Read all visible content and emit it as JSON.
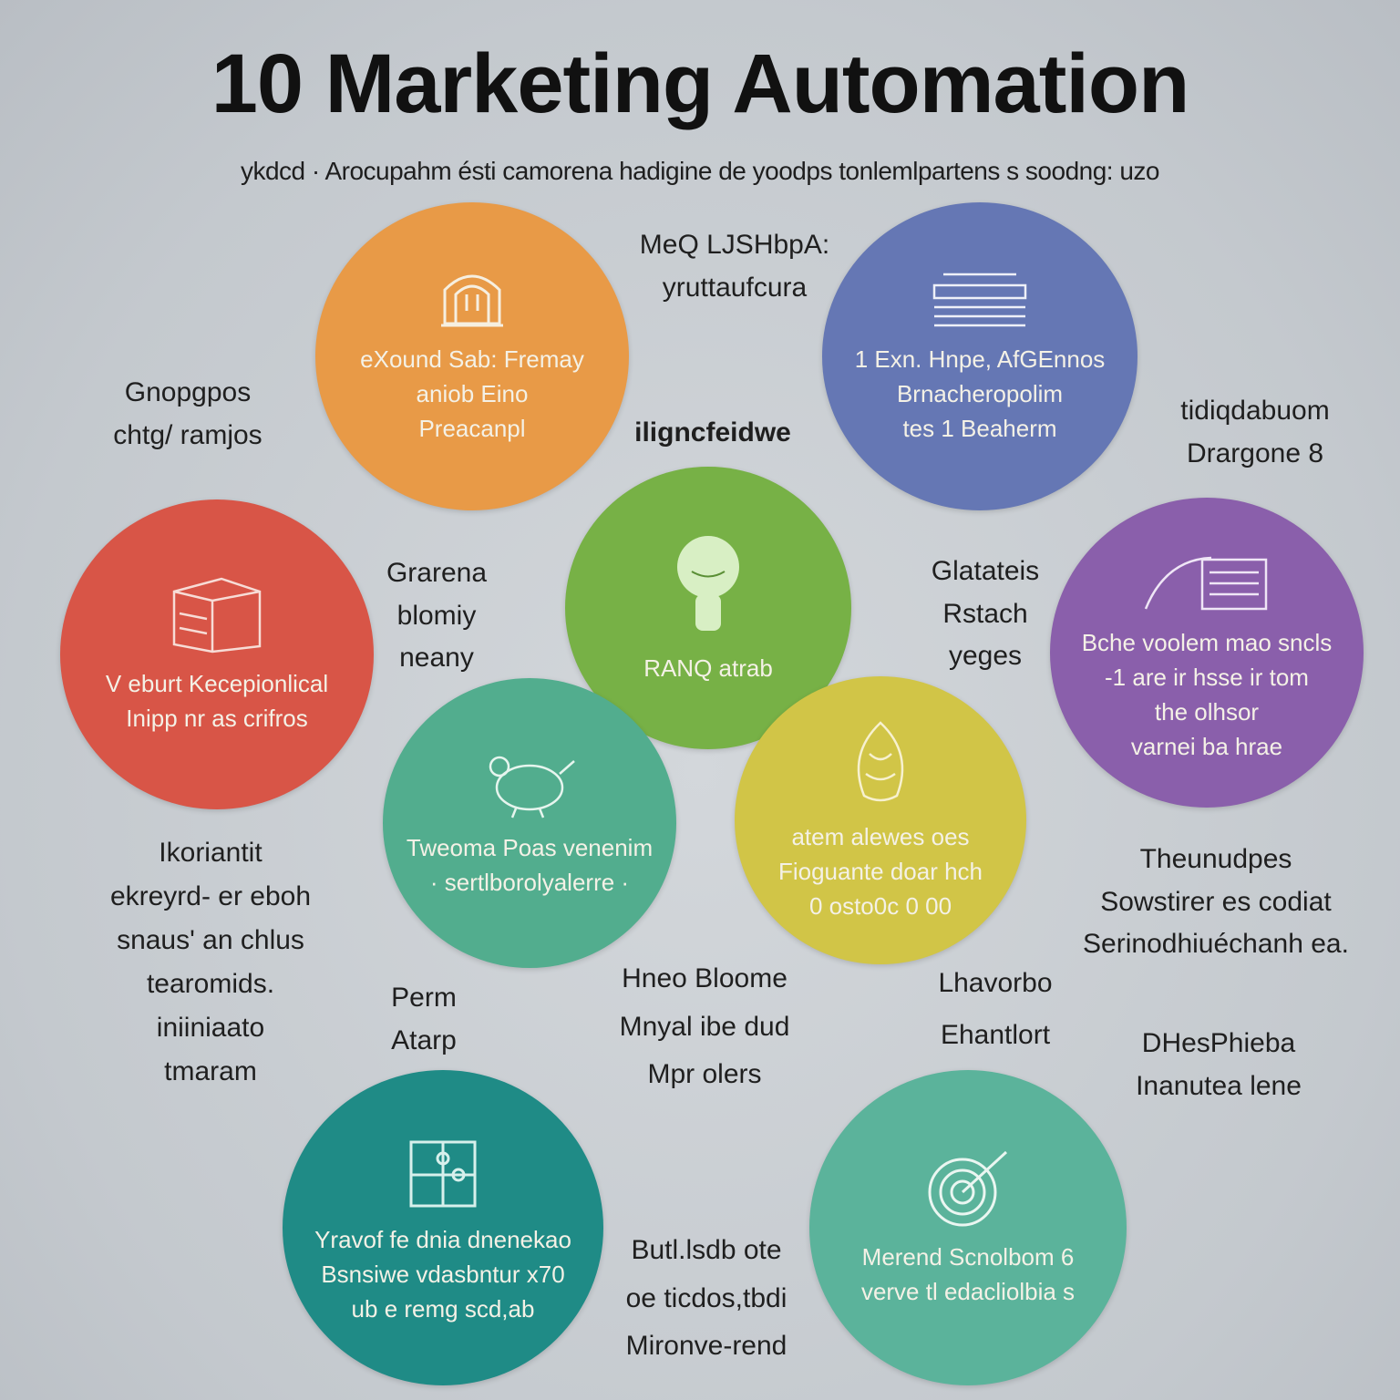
{
  "title": "10 Marketing Automation",
  "subtitle": "ykdcd · Arocupahm ésti camorena  hadigine  de yoodps tonlemlpartens s soodng: uzo",
  "circles": [
    {
      "lines": [
        "eXound Sab: Fremay",
        "aniob Eino",
        "Preacanpl"
      ],
      "icon": "building-icon",
      "color": "#e89a47"
    },
    {
      "lines": [
        "1 Exn. Hnpe, AfGEnnos",
        "Brnacheropolim",
        "tes 1 Beaherm"
      ],
      "icon": "document-icon",
      "color": "#6577b4"
    },
    {
      "lines": [
        "RANQ atrab"
      ],
      "icon": "lightbulb-icon",
      "color": "#77b146"
    },
    {
      "lines": [
        "V  eburt Kecepionlical",
        "Inipp  nr as crifros"
      ],
      "icon": "box-icon",
      "color": "#d85547"
    },
    {
      "lines": [
        "Bche voolem mao sncls",
        "-1 are ir hsse ir  tom",
        "the olhsor",
        "varnei ba hrae"
      ],
      "icon": "chart-icon",
      "color": "#8a5fab"
    },
    {
      "lines": [
        "Tweoma Poas venenim",
        "· sertlborolyalerre ·"
      ],
      "icon": "bird-icon",
      "color": "#52ad8e"
    },
    {
      "lines": [
        "atem  alewes oes",
        "Fioguante doar hch",
        "0 osto0c 0 00"
      ],
      "icon": "seed-icon",
      "color": "#d1c547"
    },
    {
      "lines": [
        "Yravof fe dnia dnenekao",
        "Bsnsiwe vdasbntur  x70",
        "ub  e  remg scd,ab"
      ],
      "icon": "puzzle-icon",
      "color": "#1f8b86"
    },
    {
      "lines": [
        "Merend Scnolbom 6",
        "verve tl edacliolbia  s"
      ],
      "icon": "target-icon",
      "color": "#5bb39b"
    }
  ],
  "labels": [
    {
      "lines": [
        "MeQ LJSHbpA:",
        "yruttaufcura"
      ]
    },
    {
      "lines": [
        "Gnopgpos",
        "chtg/ ramjos"
      ]
    },
    {
      "lines": [
        "iligncfeidwe"
      ]
    },
    {
      "lines": [
        "tidiqdabuom",
        "Drargone 8"
      ]
    },
    {
      "lines": [
        "Grarena",
        "blomiy",
        "neany"
      ]
    },
    {
      "lines": [
        "Glatateis",
        "Rstach",
        "yeges"
      ]
    },
    {
      "lines": [
        "Ikoriantit",
        "ekreyrd- er eboh",
        "snaus' an chlus",
        "tearomids.",
        "iniiniaato",
        "tmaram"
      ]
    },
    {
      "lines": [
        "Theunudpes",
        "Sowstirer es codiat",
        "Serinodhiuéchanh ea."
      ]
    },
    {
      "lines": [
        "Perm",
        "Atarp"
      ]
    },
    {
      "lines": [
        "Hneo Bloome",
        "Mnyal ibe dud",
        "Mpr olers"
      ]
    },
    {
      "lines": [
        "Lhavorbo",
        "Ehantlort"
      ]
    },
    {
      "lines": [
        "DHesPhieba",
        "Inanutea lene"
      ]
    },
    {
      "lines": [
        "Butl.lsdb ote",
        "oe ticdos,tbdi",
        "Mironve-rend"
      ]
    }
  ]
}
